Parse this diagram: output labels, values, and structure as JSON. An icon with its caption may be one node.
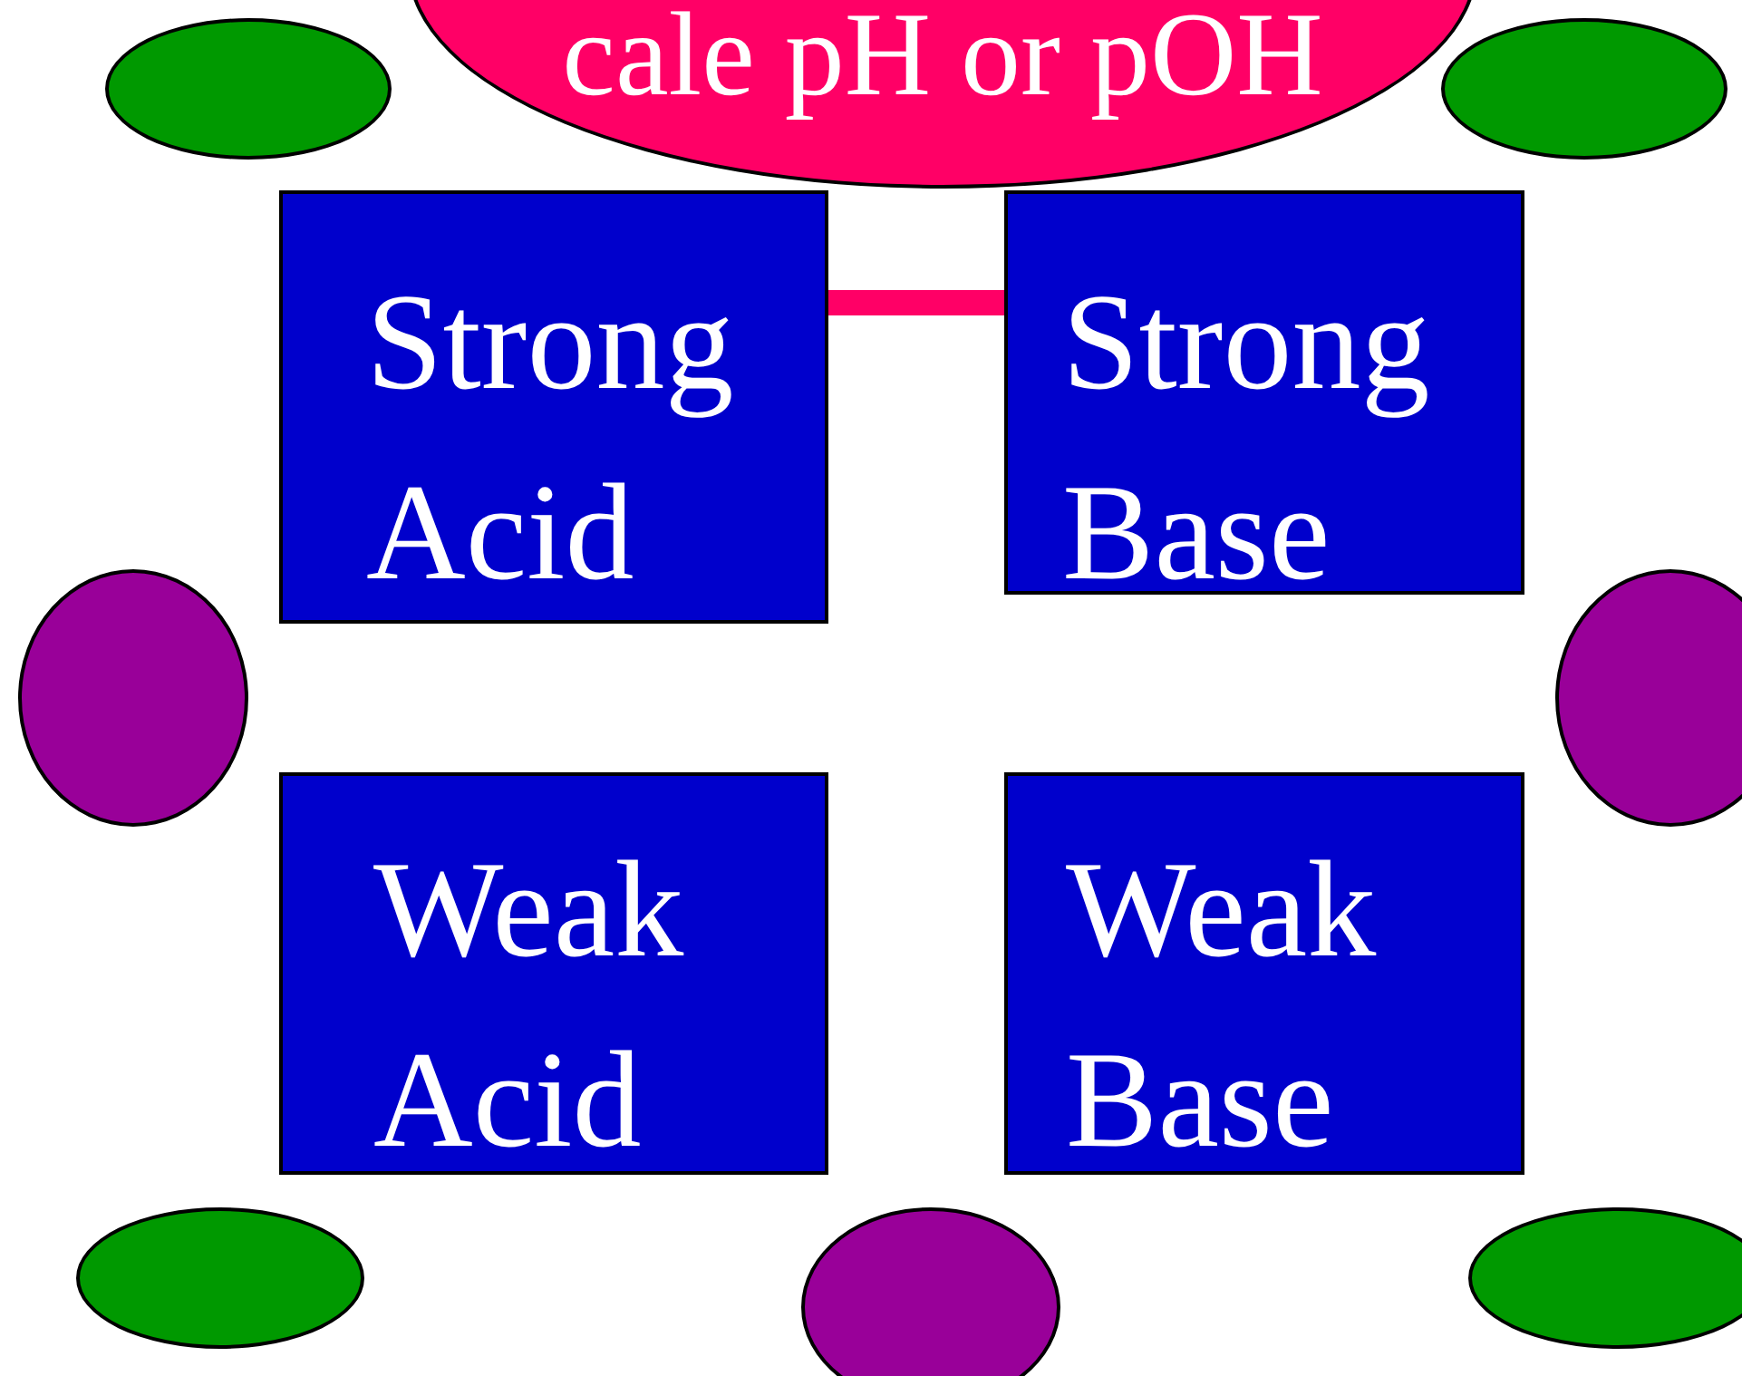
{
  "diagram": {
    "nodes": [
      {
        "text": [
          "cale pH or pOH"
        ]
      },
      {
        "text": [
          "Strong Acid"
        ]
      },
      {
        "text": [
          "Strong Base"
        ]
      },
      {
        "text": [
          "Weak Acid"
        ]
      },
      {
        "text": [
          "Weak Base"
        ]
      },
      {
        "text": [],
        "shape": "ellipse"
      },
      {
        "text": [],
        "shape": "ellipse"
      },
      {
        "text": [],
        "shape": "ellipse"
      },
      {
        "text": [],
        "shape": "ellipse"
      },
      {
        "text": [],
        "shape": "ellipse"
      },
      {
        "text": [],
        "shape": "ellipse"
      },
      {
        "text": [],
        "shape": "ellipse"
      }
    ],
    "edges": [
      {
        "from": 1,
        "to": 2,
        "arrow": "none",
        "color": "#ff0066"
      }
    ]
  }
}
